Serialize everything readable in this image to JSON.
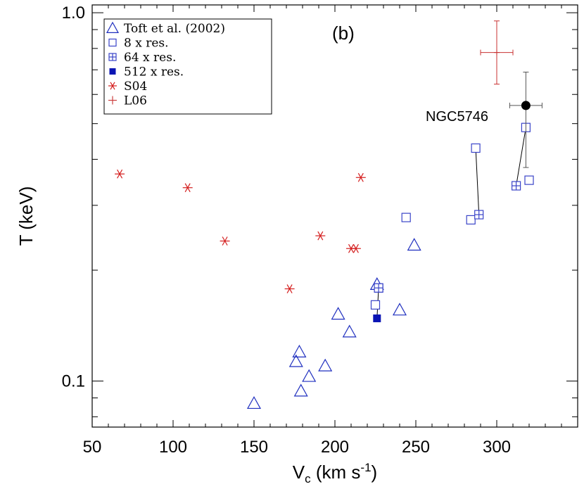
{
  "chart_data": {
    "type": "scatter",
    "panel_label": "(b)",
    "xlabel_main": "V",
    "xlabel_sub": "c",
    "xlabel_unit": " (km s",
    "xlabel_sup": "-1",
    "xlabel_close": ")",
    "ylabel": "T (keV)",
    "xlim": [
      50,
      350
    ],
    "ylim": [
      0.075,
      1.05
    ],
    "yscale": "log",
    "x_ticks": [
      50,
      100,
      150,
      200,
      250,
      300
    ],
    "x_tick_labels": [
      "50",
      "100",
      "150",
      "200",
      "250",
      "300"
    ],
    "y_ticks": [
      0.1,
      1.0
    ],
    "y_tick_labels": [
      "0.1",
      "1.0"
    ],
    "legend_position": "top-left",
    "series": [
      {
        "name": "Toft et al. (2002)",
        "marker": "triangle-open",
        "color": "#1f2fbf",
        "points": [
          [
            150,
            0.087
          ],
          [
            179,
            0.094
          ],
          [
            184,
            0.103
          ],
          [
            176,
            0.113
          ],
          [
            178,
            0.12
          ],
          [
            194,
            0.11
          ],
          [
            209,
            0.136
          ],
          [
            202,
            0.152
          ],
          [
            226,
            0.183
          ],
          [
            240,
            0.156
          ],
          [
            249,
            0.234
          ]
        ]
      },
      {
        "name": "8 x res.",
        "marker": "square-open",
        "color": "#3a44c8",
        "points": [
          [
            244,
            0.278
          ],
          [
            284,
            0.274
          ],
          [
            287,
            0.429
          ],
          [
            318,
            0.488
          ],
          [
            320,
            0.351
          ],
          [
            225,
            0.161
          ],
          [
            227,
            0.179
          ]
        ]
      },
      {
        "name": "64 x res.",
        "marker": "square-plus",
        "color": "#3a44c8",
        "points": [
          [
            289,
            0.283
          ],
          [
            312,
            0.339
          ],
          [
            227,
            0.179
          ]
        ]
      },
      {
        "name": "512 x res.",
        "marker": "square-filled",
        "color": "#0a14b4",
        "points": [
          [
            226,
            0.148
          ]
        ]
      },
      {
        "name": "S04",
        "marker": "asterisk",
        "color": "#d41e1e",
        "points": [
          [
            67,
            0.365
          ],
          [
            109,
            0.335
          ],
          [
            132,
            0.24
          ],
          [
            172,
            0.178
          ],
          [
            191,
            0.248
          ],
          [
            210,
            0.229
          ],
          [
            213,
            0.229
          ],
          [
            216,
            0.357
          ]
        ]
      },
      {
        "name": "L06",
        "marker": "plus-errorbar",
        "color": "#c83232",
        "points": [
          {
            "x": 300,
            "y": 0.78,
            "xerr": 10,
            "yerr_low": 0.14,
            "yerr_high": 0.17
          }
        ]
      }
    ],
    "highlight": {
      "label": "NGC5746",
      "x": 318,
      "y": 0.56,
      "xerr": 10,
      "yerr_low": 0.18,
      "yerr_high": 0.13,
      "color": "#000000"
    },
    "connectors": [
      [
        [
          287,
          0.429
        ],
        [
          289,
          0.283
        ]
      ],
      [
        [
          318,
          0.488
        ],
        [
          312,
          0.339
        ]
      ],
      [
        [
          226,
          0.148
        ],
        [
          227,
          0.179
        ]
      ]
    ]
  }
}
